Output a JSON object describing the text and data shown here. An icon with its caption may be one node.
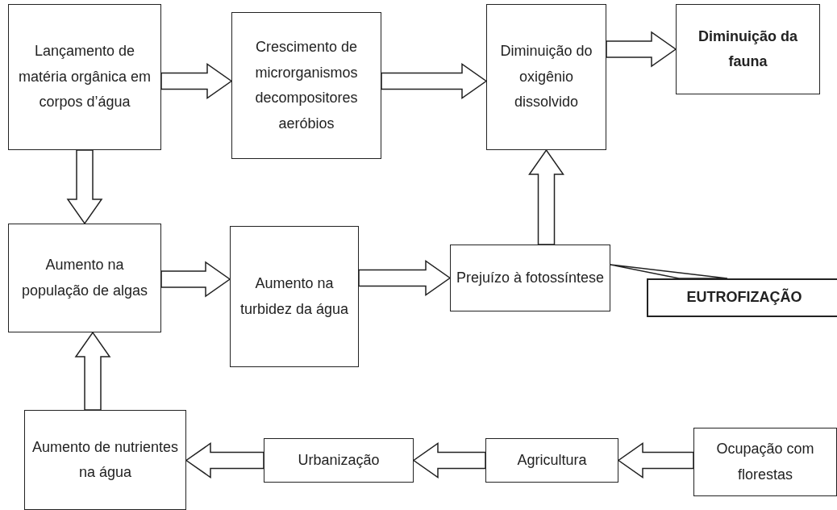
{
  "diagram": {
    "nodes": [
      {
        "text": [
          "Lançamento de matéria orgânica em corpos d’água"
        ]
      },
      {
        "text": [
          "Crescimento de microrganismos decompositores aeróbios"
        ]
      },
      {
        "text": [
          "Diminuição do oxigênio dissolvido"
        ]
      },
      {
        "text": [
          "Diminuição da fauna"
        ]
      },
      {
        "text": [
          "Aumento na população de algas"
        ]
      },
      {
        "text": [
          "Aumento na turbidez da água"
        ]
      },
      {
        "text": [
          "Prejuízo à fotossíntese"
        ]
      },
      {
        "text": [
          "EUTROFIZAÇÃO"
        ]
      },
      {
        "text": [
          "Aumento de nutrientes na água"
        ]
      },
      {
        "text": [
          "Urbanização"
        ]
      },
      {
        "text": [
          "Agricultura"
        ]
      },
      {
        "text": [
          "Ocupação com florestas"
        ]
      }
    ],
    "edges": [
      {
        "from": 0,
        "to": 1,
        "arrow": "to"
      },
      {
        "from": 1,
        "to": 2,
        "arrow": "to"
      },
      {
        "from": 2,
        "to": 3,
        "arrow": "to"
      },
      {
        "from": 0,
        "to": 4,
        "arrow": "to"
      },
      {
        "from": 4,
        "to": 5,
        "arrow": "to"
      },
      {
        "from": 5,
        "to": 6,
        "arrow": "to"
      },
      {
        "from": 6,
        "to": 2,
        "arrow": "to"
      },
      {
        "from": 7,
        "to": 6,
        "arrow": "none"
      },
      {
        "from": 8,
        "to": 4,
        "arrow": "to"
      },
      {
        "from": 11,
        "to": 10,
        "arrow": "to"
      },
      {
        "from": 10,
        "to": 9,
        "arrow": "to"
      },
      {
        "from": 9,
        "to": 8,
        "arrow": "to"
      }
    ]
  }
}
